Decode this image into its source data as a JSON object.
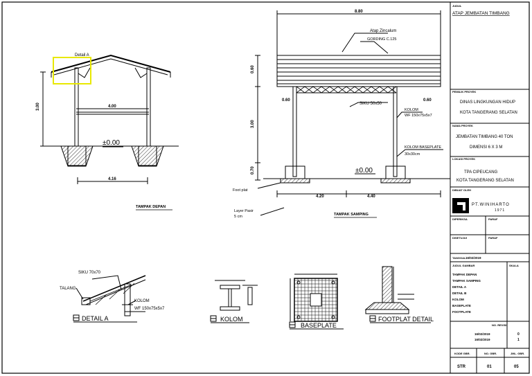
{
  "front_view": {
    "title": "TAMPAK DEPAN",
    "detail_callout": "Detail A",
    "dim_span": "4.00",
    "dim_height": "3.00",
    "dim_base": "4.16",
    "level": "±0.00"
  },
  "side_view": {
    "title": "TAMPAK SAMPING",
    "dim_total": "8.80",
    "dim_roof_h": "0.60",
    "dim_left_end": "0.60",
    "dim_right_end": "0.60",
    "dim_height": "3.00",
    "dim_foot": "0.70",
    "dim_left_bay": "4.20",
    "dim_right_bay": "4.40",
    "label_roof": "Atap Zincalum",
    "label_purlin": "GORDING C.125",
    "label_bracing": "SIKU 50x50",
    "label_column_1": "KOLOM",
    "label_column_2": "WF 150x75x5x7",
    "label_baseplate_1": "KOLOM BASEPLATE",
    "label_baseplate_2": "30x30cm",
    "label_footplat": "Foot plat",
    "label_sand_1": "Layer Pasir",
    "label_sand_2": "5 cm",
    "level": "±0.00"
  },
  "details": {
    "detail_a": {
      "title": "DETAIL A",
      "label_angle": "SIKU 70x70",
      "label_gutter": "TALANG",
      "label_col_1": "KOLOM",
      "label_col_2": "WF 150x75x5x7"
    },
    "kolom": {
      "title": "KOLOM"
    },
    "baseplate": {
      "title": "BASEPLATE"
    },
    "footplat": {
      "title": "FOOTPLAT DETAIL"
    }
  },
  "title_block": {
    "judul_label": "JUDUL",
    "judul": "ATAP JEMBATAN TIMBANG",
    "pemilik_label": "PEMILIK PROYEK",
    "pemilik_1": "DINAS LINGKUNGAN HIDUP",
    "pemilik_2": "KOTA TANGERANG SELATAN",
    "nama_label": "NAMA PROYEK",
    "nama_1": "JEMBATAN TIMBANG 40 TON",
    "nama_2": "DIMENSI 6 X 3 M",
    "lokasi_label": "LOKASI PROYEK",
    "lokasi_1": "TPA CIPEUCANG",
    "lokasi_2": "KOTA TANGERANG SELATAN",
    "dibuat_label": "DIBUAT OLEH",
    "company": "PT.WINIHARTO",
    "company_year": "1971",
    "diperiksa_label": "DIPERIKSA",
    "diperiksa_paraf": "PARAF",
    "disetujui_label": "DISETUJUI",
    "disetujui_paraf": "PARAF",
    "tanggal_label": "TANGGAL",
    "tanggal": "16/02/2019",
    "judul_gambar_label": "JUDUL GAMBAR",
    "skala_label": "SKALA",
    "judul_gambar": [
      "TAMPAK DEPAN",
      "TAMPAK SAMPING",
      "DETAIL A",
      "DETAIL B",
      "KOLOM",
      "BASEPLATE",
      "FOOTPLATE"
    ],
    "rev_label": "NO. REVISI",
    "rev_dates": [
      "16/02/2019",
      "16/02/2019"
    ],
    "rev_nums": [
      "0",
      "1"
    ],
    "kode_label": "KODE GBR.",
    "no_label": "NO. GBR.",
    "jml_label": "JML. GBR.",
    "kode": "STR",
    "no": "01",
    "jml": "05"
  },
  "colors": {
    "highlight": "#e8e800",
    "line": "#000000"
  }
}
